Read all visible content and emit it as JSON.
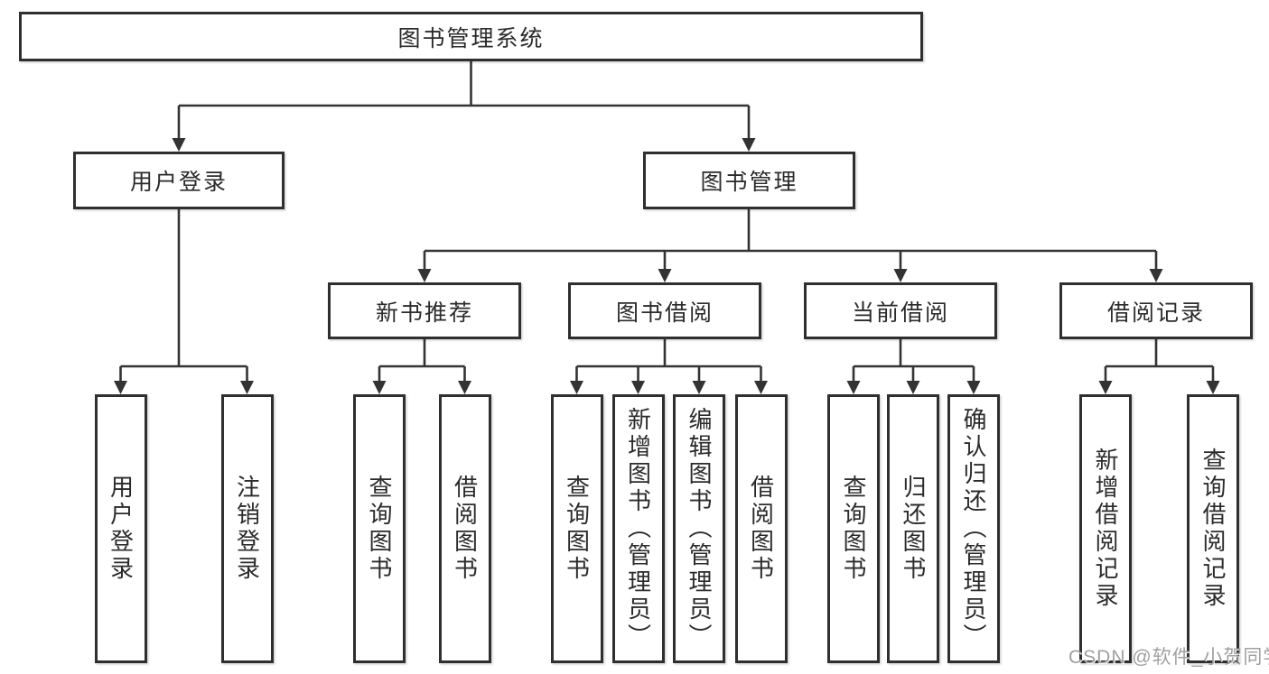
{
  "diagram": {
    "root": {
      "label": "图书管理系统"
    },
    "branches": [
      {
        "label": "用户登录",
        "children": [
          {
            "label": "用户登录"
          },
          {
            "label": "注销登录"
          }
        ]
      },
      {
        "label": "图书管理",
        "children": [
          {
            "label": "新书推荐",
            "children": [
              {
                "label": "查询图书"
              },
              {
                "label": "借阅图书"
              }
            ]
          },
          {
            "label": "图书借阅",
            "children": [
              {
                "label": "查询图书"
              },
              {
                "label": "新增图书（管理员）"
              },
              {
                "label": "编辑图书（管理员）"
              },
              {
                "label": "借阅图书"
              }
            ]
          },
          {
            "label": "当前借阅",
            "children": [
              {
                "label": "查询图书"
              },
              {
                "label": "归还图书"
              },
              {
                "label": "确认归还（管理员）"
              }
            ]
          },
          {
            "label": "借阅记录",
            "children": [
              {
                "label": "新增借阅记录"
              },
              {
                "label": "查询借阅记录"
              }
            ]
          }
        ]
      }
    ]
  },
  "watermark": {
    "text": "CSDN @软件_小贺同学"
  },
  "colors": {
    "line": "#333333",
    "border": "#2f2f2f",
    "fill": "#ffffff",
    "text": "#2b2b2b",
    "watermark": "#a0a0a0"
  }
}
